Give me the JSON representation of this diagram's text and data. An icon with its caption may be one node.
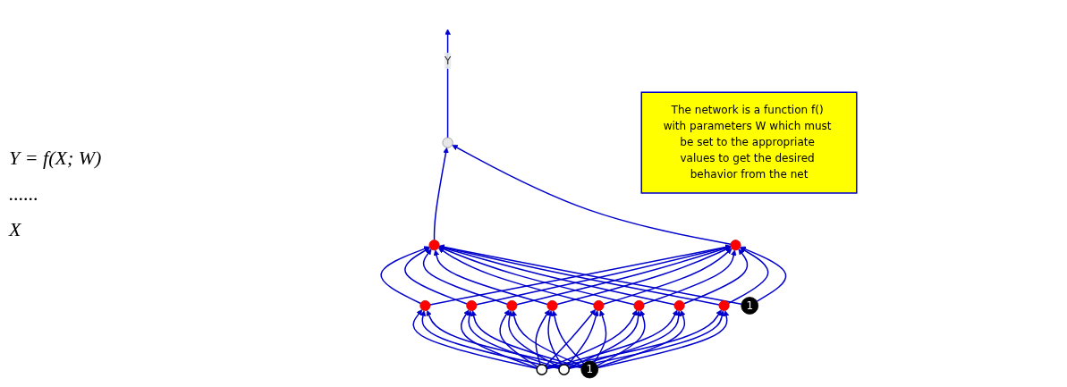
{
  "diagram": {
    "nodes": [
      {
        "text": [],
        "shape": "circle"
      },
      {
        "text": [],
        "shape": "circle"
      },
      {
        "text": [],
        "shape": "circle"
      },
      {
        "text": [],
        "shape": "circle"
      },
      {
        "text": [],
        "shape": "circle"
      },
      {
        "text": [],
        "shape": "circle"
      },
      {
        "text": [],
        "shape": "circle"
      },
      {
        "text": [],
        "shape": "circle"
      },
      {
        "text": [],
        "shape": "circle"
      },
      {
        "text": [],
        "shape": "circle"
      },
      {
        "text": [],
        "shape": "circle"
      },
      {
        "text": [
          "1"
        ]
      },
      {
        "text": [],
        "shape": "circle"
      },
      {
        "text": [],
        "shape": "circle"
      },
      {
        "text": [
          "1"
        ]
      },
      {
        "text": [
          "The network is a function f() with parameters W which must be set to the appropriate values to get the desired behavior from the net"
        ]
      }
    ],
    "edges": [
      {
        "from": 0,
        "to": null,
        "arrow": "to",
        "label": "Y"
      },
      {
        "from": 1,
        "to": 0,
        "arrow": "to"
      },
      {
        "from": 2,
        "to": 0,
        "arrow": "to"
      },
      {
        "from": 3,
        "to": 1,
        "arrow": "to"
      },
      {
        "from": 3,
        "to": 2,
        "arrow": "to"
      },
      {
        "from": 4,
        "to": 1,
        "arrow": "to"
      },
      {
        "from": 4,
        "to": 2,
        "arrow": "to"
      },
      {
        "from": 5,
        "to": 1,
        "arrow": "to"
      },
      {
        "from": 5,
        "to": 2,
        "arrow": "to"
      },
      {
        "from": 6,
        "to": 1,
        "arrow": "to"
      },
      {
        "from": 6,
        "to": 2,
        "arrow": "to"
      },
      {
        "from": 7,
        "to": 1,
        "arrow": "to"
      },
      {
        "from": 7,
        "to": 2,
        "arrow": "to"
      },
      {
        "from": 8,
        "to": 1,
        "arrow": "to"
      },
      {
        "from": 8,
        "to": 2,
        "arrow": "to"
      },
      {
        "from": 9,
        "to": 1,
        "arrow": "to"
      },
      {
        "from": 9,
        "to": 2,
        "arrow": "to"
      },
      {
        "from": 10,
        "to": 1,
        "arrow": "to"
      },
      {
        "from": 10,
        "to": 2,
        "arrow": "to"
      },
      {
        "from": 11,
        "to": 1,
        "arrow": "to"
      },
      {
        "from": 11,
        "to": 2,
        "arrow": "to"
      },
      {
        "from": 12,
        "to": 3,
        "arrow": "to"
      },
      {
        "from": 12,
        "to": 4,
        "arrow": "to"
      },
      {
        "from": 12,
        "to": 5,
        "arrow": "to"
      },
      {
        "from": 12,
        "to": 6,
        "arrow": "to"
      },
      {
        "from": 12,
        "to": 7,
        "arrow": "to"
      },
      {
        "from": 12,
        "to": 8,
        "arrow": "to"
      },
      {
        "from": 12,
        "to": 9,
        "arrow": "to"
      },
      {
        "from": 12,
        "to": 10,
        "arrow": "to"
      },
      {
        "from": 13,
        "to": 3,
        "arrow": "to"
      },
      {
        "from": 13,
        "to": 4,
        "arrow": "to"
      },
      {
        "from": 13,
        "to": 5,
        "arrow": "to"
      },
      {
        "from": 13,
        "to": 6,
        "arrow": "to"
      },
      {
        "from": 13,
        "to": 7,
        "arrow": "to"
      },
      {
        "from": 13,
        "to": 8,
        "arrow": "to"
      },
      {
        "from": 13,
        "to": 9,
        "arrow": "to"
      },
      {
        "from": 13,
        "to": 10,
        "arrow": "to"
      },
      {
        "from": 14,
        "to": 3,
        "arrow": "to"
      },
      {
        "from": 14,
        "to": 4,
        "arrow": "to"
      },
      {
        "from": 14,
        "to": 5,
        "arrow": "to"
      },
      {
        "from": 14,
        "to": 6,
        "arrow": "to"
      },
      {
        "from": 14,
        "to": 7,
        "arrow": "to"
      },
      {
        "from": 14,
        "to": 8,
        "arrow": "to"
      },
      {
        "from": 14,
        "to": 9,
        "arrow": "to"
      },
      {
        "from": 14,
        "to": 10,
        "arrow": "to"
      }
    ],
    "labels": [
      "Y = f(X; W)",
      "......",
      "X"
    ]
  }
}
